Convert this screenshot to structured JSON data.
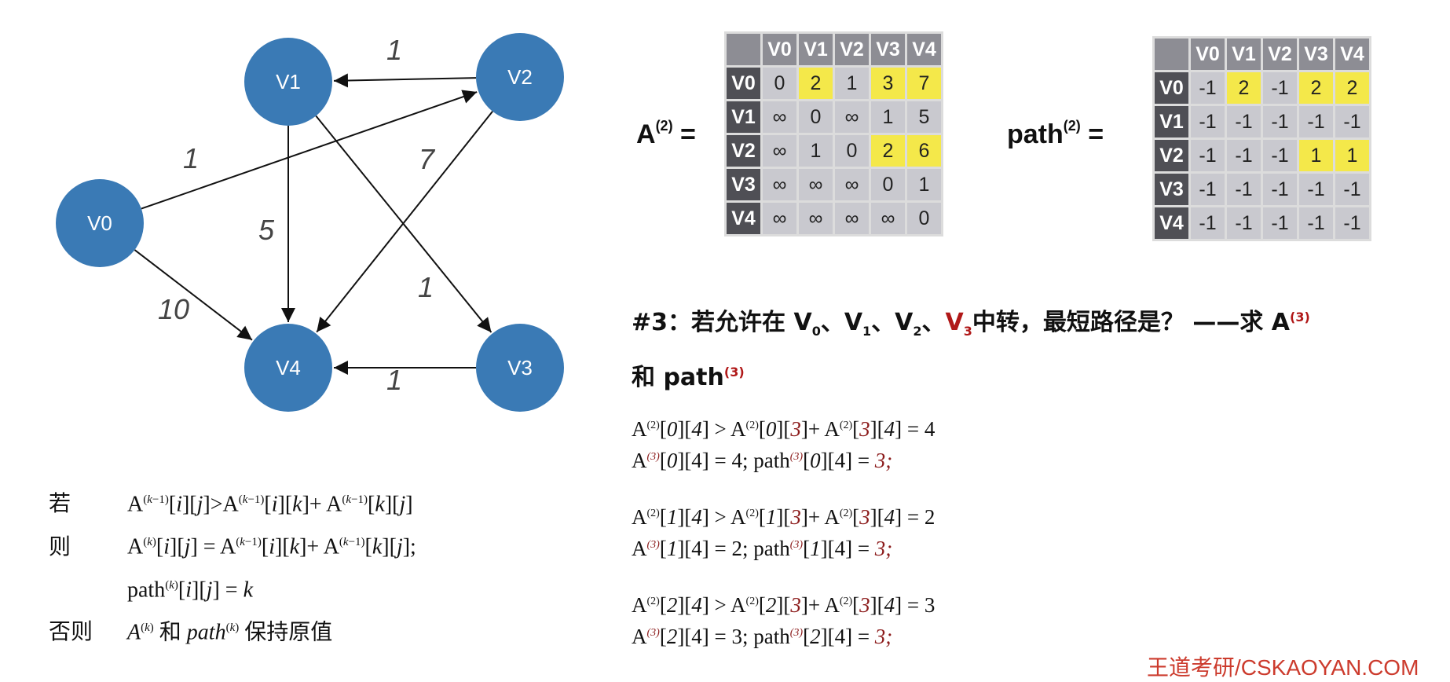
{
  "graph": {
    "nodes": [
      "V0",
      "V1",
      "V2",
      "V3",
      "V4"
    ],
    "edges": [
      {
        "from": "V2",
        "to": "V1",
        "weight": "1"
      },
      {
        "from": "V0",
        "to": "V2",
        "weight": "1"
      },
      {
        "from": "V1",
        "to": "V4",
        "weight": "5"
      },
      {
        "from": "V1",
        "to": "V3",
        "weight": "7"
      },
      {
        "from": "V2",
        "to": "V4",
        "weight": ""
      },
      {
        "from": "V0",
        "to": "V4",
        "weight": "10"
      },
      {
        "from": "V3",
        "to": "V4",
        "weight": "1"
      }
    ],
    "extra_weight": "1",
    "node_color": "#3a7ab5"
  },
  "matrixA": {
    "label": "A",
    "sup": "(2)",
    "eq": "=",
    "headers": [
      "V0",
      "V1",
      "V2",
      "V3",
      "V4"
    ],
    "rows": [
      {
        "label": "V0",
        "cells": [
          "0",
          "2",
          "1",
          "3",
          "7"
        ]
      },
      {
        "label": "V1",
        "cells": [
          "∞",
          "0",
          "∞",
          "1",
          "5"
        ]
      },
      {
        "label": "V2",
        "cells": [
          "∞",
          "1",
          "0",
          "2",
          "6"
        ]
      },
      {
        "label": "V3",
        "cells": [
          "∞",
          "∞",
          "∞",
          "0",
          "1"
        ]
      },
      {
        "label": "V4",
        "cells": [
          "∞",
          "∞",
          "∞",
          "∞",
          "0"
        ]
      }
    ]
  },
  "matrixPath": {
    "label": "path",
    "sup": "(2)",
    "eq": "=",
    "headers": [
      "V0",
      "V1",
      "V2",
      "V3",
      "V4"
    ],
    "rows": [
      {
        "label": "V0",
        "cells": [
          "-1",
          "2",
          "-1",
          "2",
          "2"
        ]
      },
      {
        "label": "V1",
        "cells": [
          "-1",
          "-1",
          "-1",
          "-1",
          "-1"
        ]
      },
      {
        "label": "V2",
        "cells": [
          "-1",
          "-1",
          "-1",
          "1",
          "1"
        ]
      },
      {
        "label": "V3",
        "cells": [
          "-1",
          "-1",
          "-1",
          "-1",
          "-1"
        ]
      },
      {
        "label": "V4",
        "cells": [
          "-1",
          "-1",
          "-1",
          "-1",
          "-1"
        ]
      }
    ]
  },
  "question": {
    "prefix": "#3：若允许在 V",
    "s0": "0",
    "p1": "、V",
    "s1": "1",
    "p2": "、V",
    "s2": "2",
    "p3": "、",
    "v3": "V",
    "s3": "3",
    "p4": "中转，最短路径是？ ——求 A",
    "sup1": "(3)",
    "line2": "和 path",
    "sup2": "(3)"
  },
  "rule": {
    "if_kw": "若",
    "then_kw": "则",
    "else_kw": "否则",
    "else_text1": "和",
    "else_text2": "保持原值"
  },
  "steps": [
    {
      "i": "0",
      "lhs_val": "4"
    },
    {
      "i": "1",
      "lhs_val": "2"
    },
    {
      "i": "2",
      "lhs_val": "3"
    }
  ],
  "watermark": "王道考研/CSKAOYAN.COM",
  "colors": {
    "highlight": "#f4e84a",
    "accent": "#b01818"
  }
}
